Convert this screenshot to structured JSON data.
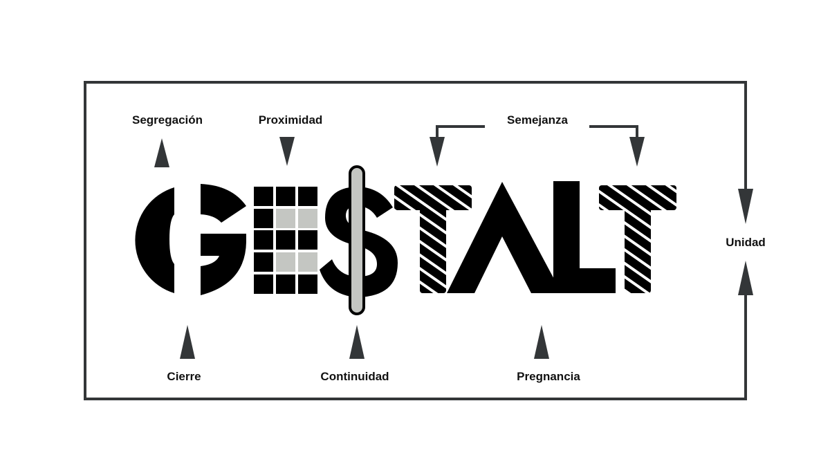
{
  "diagram": {
    "title_word": "GESTALT",
    "colors": {
      "frame": "#333638",
      "arrow": "#333638",
      "letter": "#000000",
      "light_fill": "#c4c6c2",
      "background": "#ffffff"
    },
    "labels": {
      "segregacion": "Segregación",
      "proximidad": "Proximidad",
      "semejanza": "Semejanza",
      "unidad": "Unidad",
      "cierre": "Cierre",
      "continuidad": "Continuidad",
      "pregnancia": "Pregnancia"
    },
    "letters": [
      {
        "char": "G",
        "principle": "Cierre / Segregación",
        "style": "split-solid"
      },
      {
        "char": "E",
        "principle": "Proximidad",
        "style": "grid-of-squares"
      },
      {
        "char": "S",
        "principle": "Continuidad",
        "style": "solid-with-vertical-bar"
      },
      {
        "char": "T",
        "principle": "Semejanza",
        "style": "diagonal-stripes"
      },
      {
        "char": "A",
        "principle": "Pregnancia",
        "style": "solid-no-crossbar"
      },
      {
        "char": "L",
        "principle": "Pregnancia",
        "style": "solid"
      },
      {
        "char": "T",
        "principle": "Semejanza",
        "style": "diagonal-stripes"
      }
    ]
  }
}
